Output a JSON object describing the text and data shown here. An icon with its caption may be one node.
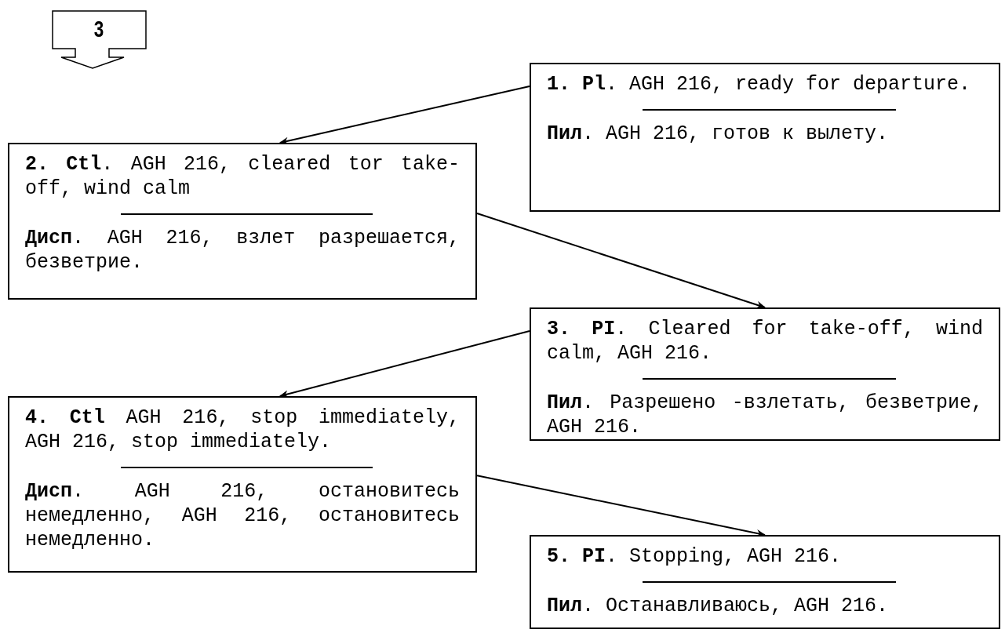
{
  "diagram": {
    "nodes": [
      {
        "text": [
          "3"
        ]
      },
      {
        "text": [
          "**1. Pl**. AGH 216, ready for departure.",
          "**Пил**. AGH 216, готов к вылету."
        ]
      },
      {
        "text": [
          "**2. Ctl**. AGH 216, cleared tor take-off, wind calm",
          "**Дисп**. AGH 216, взлет разрешается, безветрие."
        ]
      },
      {
        "text": [
          "**3. PI**. Cleared for take-off, wind calm, AGH 216.",
          "**Пил**. Разрешено -взлетать, безветрие, AGH 216."
        ]
      },
      {
        "text": [
          "**4. Ctl** AGH 216, stop immediately, AGH 216, stop immediately.",
          "**Дисп**. AGH 216, остановитесь немедленно, AGH 216, остановитесь немедленно."
        ]
      },
      {
        "text": [
          "**5. PI**. Stopping, AGH 216.",
          "**Пил**. Останавливаюсь, AGH 216."
        ]
      }
    ],
    "edges": [
      {
        "from": 1,
        "to": 2,
        "arrow": "to"
      },
      {
        "from": 2,
        "to": 3,
        "arrow": "to"
      },
      {
        "from": 3,
        "to": 4,
        "arrow": "to"
      },
      {
        "from": 4,
        "to": 5,
        "arrow": "to"
      }
    ]
  }
}
